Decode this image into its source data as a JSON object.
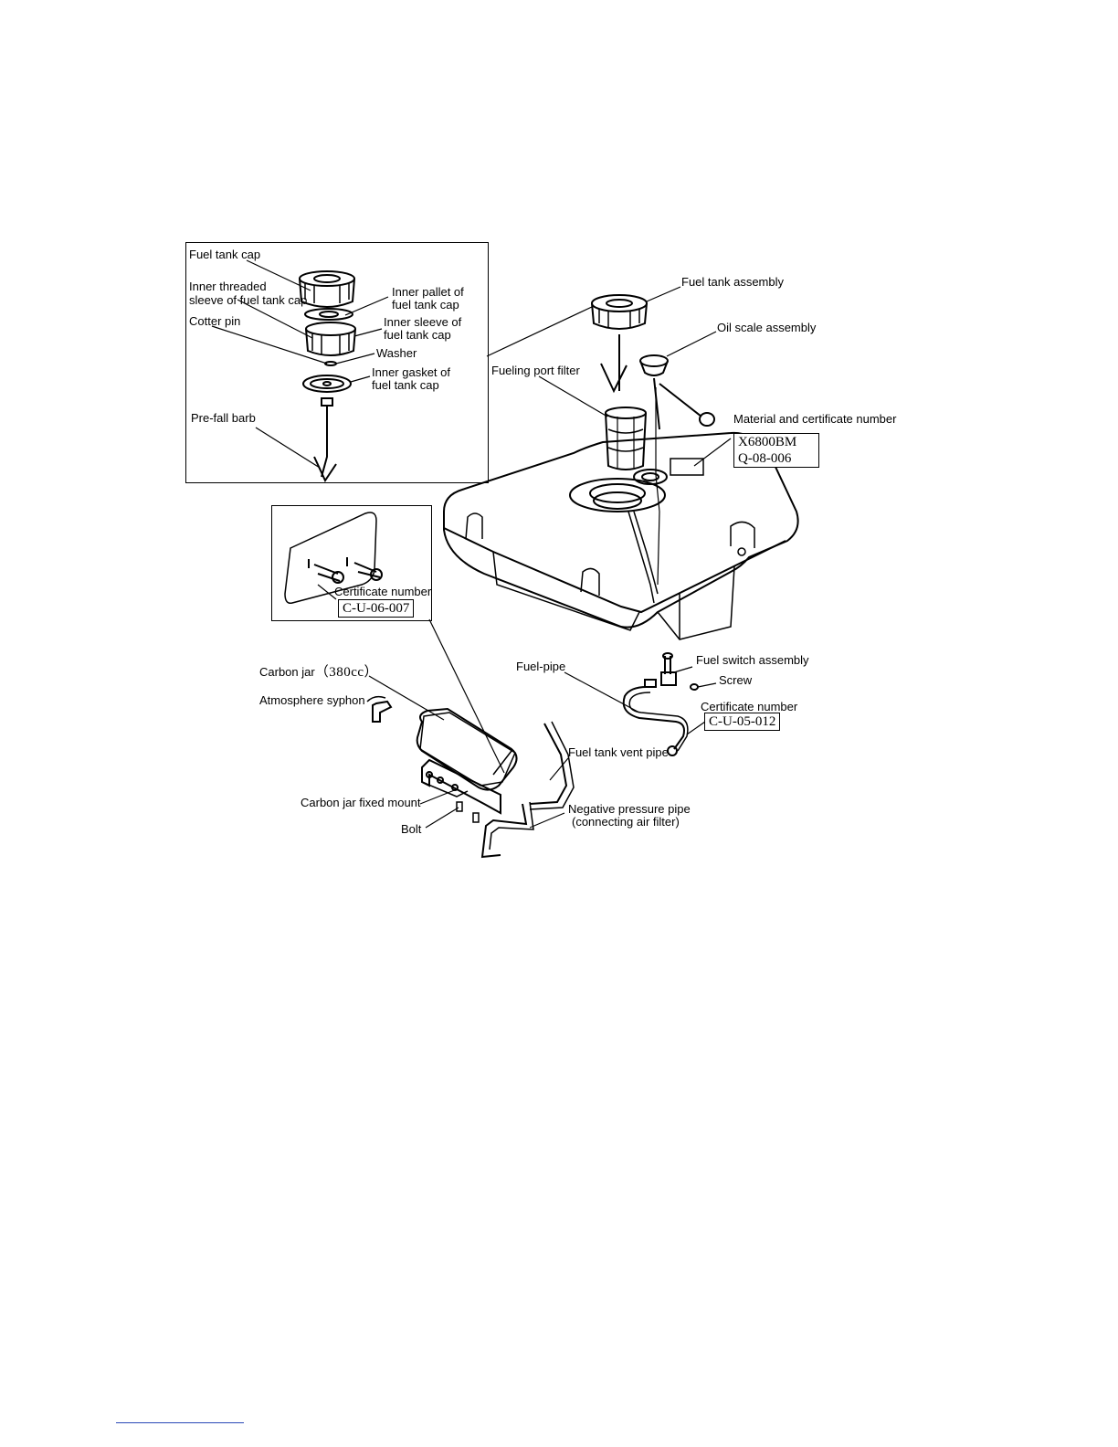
{
  "labels": {
    "fuel_tank_cap": "Fuel tank cap",
    "inner_threaded_sleeve": [
      "Inner threaded",
      "sleeve of fuel tank cap"
    ],
    "inner_pallet": [
      "Inner pallet of",
      "fuel tank cap"
    ],
    "cotter_pin": "Cotter pin",
    "inner_sleeve": [
      "Inner sleeve of",
      "fuel tank cap"
    ],
    "washer": "Washer",
    "inner_gasket": [
      "Inner gasket of",
      "fuel tank cap"
    ],
    "pre_fall_barb": "Pre-fall barb",
    "fuel_tank_assembly": "Fuel tank assembly",
    "oil_scale_assembly": "Oil scale assembly",
    "fueling_port_filter": "Fueling port filter",
    "material_cert": "Material and certificate number",
    "material_code_1": "X6800BM",
    "material_code_2": "Q-08-006",
    "cert_number_a": "Certificate number",
    "cert_code_a": "C-U-06-007",
    "fuel_pipe": "Fuel-pipe",
    "fuel_switch_assembly": "Fuel switch assembly",
    "screw": "Screw",
    "cert_number_b": "Certificate number",
    "cert_code_b": "C-U-05-012",
    "carbon_jar": "Carbon jar",
    "carbon_jar_volume": "（380cc）",
    "atmosphere_syphon": "Atmosphere syphon",
    "fuel_tank_vent_pipe": "Fuel tank vent pipe",
    "carbon_jar_fixed_mount": "Carbon jar fixed mount",
    "negative_pressure_pipe": [
      "Negative pressure pipe",
      "(connecting air filter)"
    ],
    "bolt": "Bolt"
  }
}
